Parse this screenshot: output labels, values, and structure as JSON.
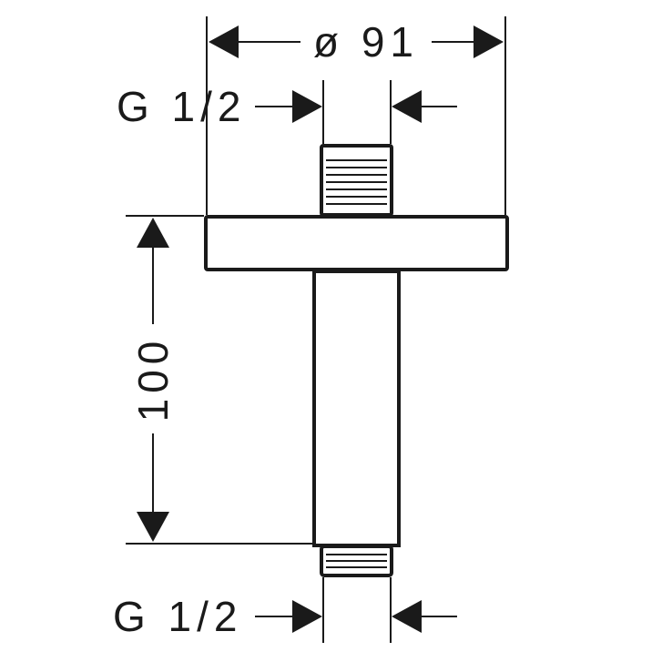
{
  "dimensions": {
    "flange_diameter": "ø 91",
    "top_thread": "G 1/2",
    "length": "100",
    "bottom_thread": "G 1/2"
  },
  "colors": {
    "line": "#1a1a1a",
    "background": "#ffffff"
  }
}
